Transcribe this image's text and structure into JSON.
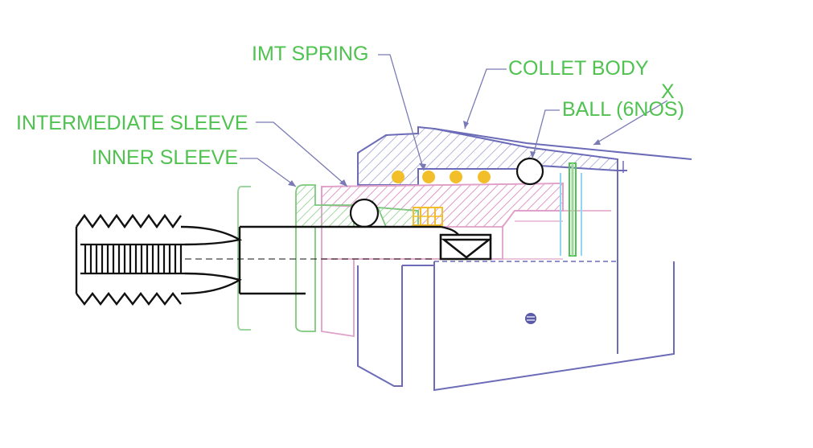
{
  "labels": {
    "imt_spring": "IMT SPRING",
    "collet_body": "COLLET BODY",
    "x_mark": "X",
    "ball": "BALL (6NOS)",
    "intermediate_sleeve": "INTERMEDIATE SLEEVE",
    "inner_sleeve": "INNER SLEEVE"
  },
  "colors": {
    "label": "#4fc24f",
    "collet_body": "#6b6bb8",
    "intermediate_sleeve": "#e0a0c8",
    "inner_sleeve": "#9ed59e",
    "spring_balls": "#f2bf2a",
    "tool": "#111111",
    "leader": "#7a7ab5"
  }
}
